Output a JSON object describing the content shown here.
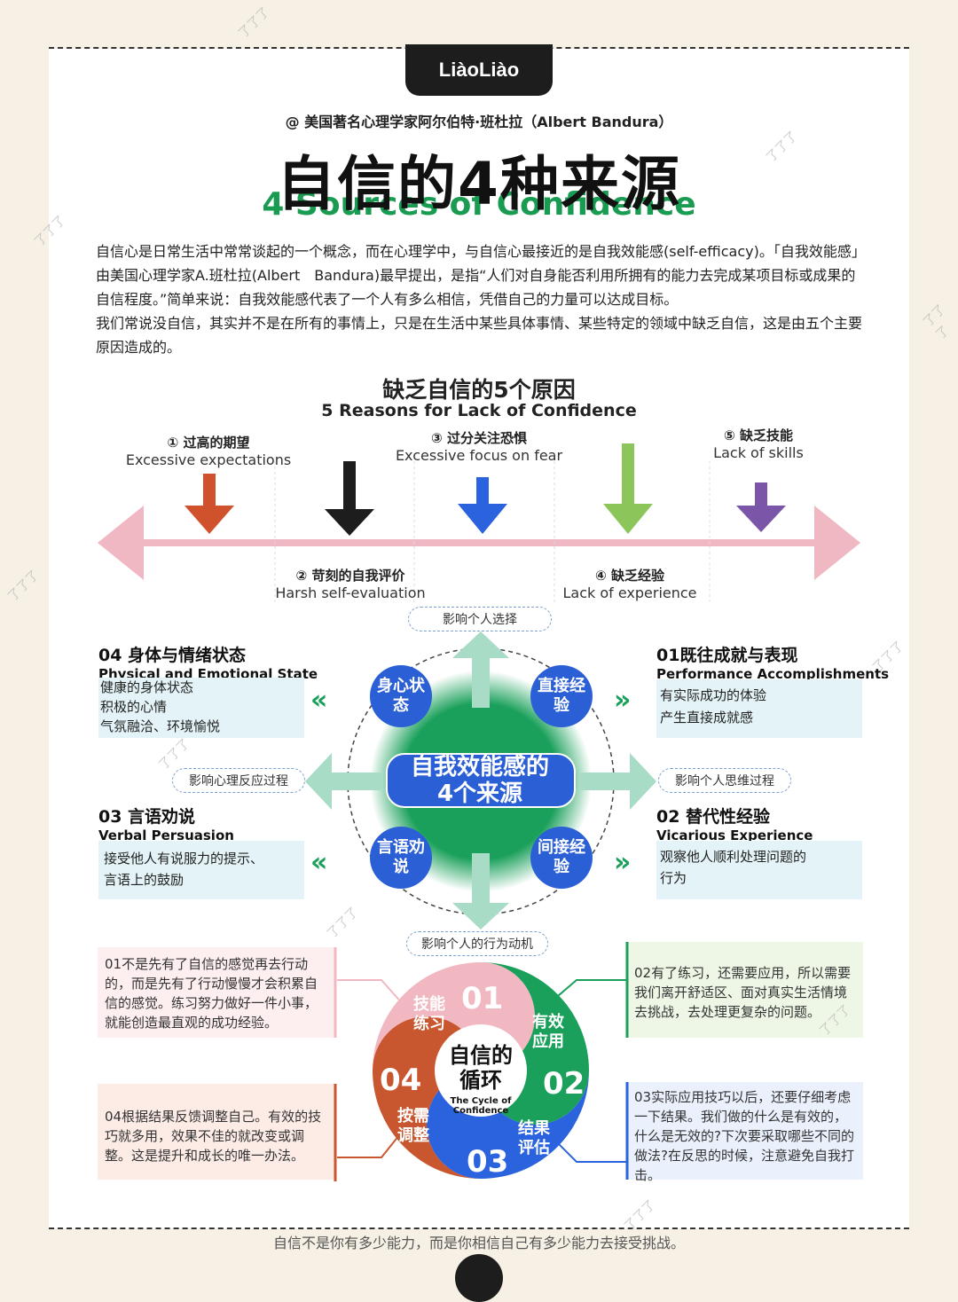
{
  "brand": "LiàoLiào",
  "author": "@ 美国著名心理学家阿尔伯特·班杜拉（Albert Bandura）",
  "title_cn": "自信的4种来源",
  "title_en": "4 Sources of Confidence",
  "intro": [
    "自信心是日常生活中常常谈起的一个概念，而在心理学中，与自信心最接近的是自我效能感(self-efficacy)。「自我效能感」由美国心理学家A.班杜拉(Albert　Bandura)最早提出，是指“人们对自身能否利用所拥有的能力去完成某项目标或成果的自信程度。”简单来说：自我效能感代表了一个人有多么相信，凭借自己的力量可以达成目标。",
    "我们常说没自信，其实并不是在所有的事情上，只是在生活中某些具体事情、某些特定的领域中缺乏自信，这是由五个主要原因造成的。"
  ],
  "reasons": {
    "title_cn": "缺乏自信的5个原因",
    "title_en": "5 Reasons for Lack of Confidence",
    "items": [
      {
        "cn": "① 过高的期望",
        "en": "Excessive expectations",
        "color": "#d0522c"
      },
      {
        "cn": "② 苛刻的自我评价",
        "en": "Harsh self-evaluation",
        "color": "#1d1d1d"
      },
      {
        "cn": "③ 过分关注恐惧",
        "en": "Excessive focus on fear",
        "color": "#2b62de"
      },
      {
        "cn": "④ 缺乏经验",
        "en": "Lack of experience",
        "color": "#8cc65a"
      },
      {
        "cn": "⑤ 缺乏技能",
        "en": "Lack of skills",
        "color": "#7a55a8"
      }
    ],
    "axis_color": "#f0b8c2"
  },
  "sources": {
    "center": "自我效能感的4个来源",
    "center_line1": "自我效能感的",
    "center_line2": "4个来源",
    "influences": {
      "top": "影响个人选择",
      "left": "影响心理反应过程",
      "right": "影响个人思维过程",
      "bottom": "影响个人的行为动机"
    },
    "circles": {
      "tl": "身心状态",
      "tr": "直接经验",
      "bl": "言语劝说",
      "br": "间接经验"
    },
    "s01": {
      "title": "01既往成就与表现",
      "en": "Performance Accomplishments",
      "lines": [
        "有实际成功的体验",
        "产生直接成就感"
      ]
    },
    "s02": {
      "title": "02 替代性经验",
      "en": "Vicarious Experience",
      "lines": [
        "观察他人顺利处理问题的",
        "行为"
      ]
    },
    "s03": {
      "title": "03 言语劝说",
      "en": "Verbal Persuasion",
      "lines": [
        "接受他人有说服力的提示、",
        "言语上的鼓励"
      ]
    },
    "s04": {
      "title": "04 身体与情绪状态",
      "en": "Physical and Emotional State",
      "lines": [
        "健康的身体状态",
        "积极的心情",
        "气氛融洽、环境愉悦"
      ]
    }
  },
  "cycle": {
    "center_cn": "自信的循环",
    "center_en": "The Cycle of Confidence",
    "seg1": {
      "num": "01",
      "label": "技能练习",
      "color": "#f2b8c2"
    },
    "seg2": {
      "num": "02",
      "label": "有效应用",
      "color": "#1aa05a"
    },
    "seg3": {
      "num": "03",
      "label": "结果评估",
      "color": "#2b62de"
    },
    "seg4": {
      "num": "04",
      "label": "按需调整",
      "color": "#c8562e"
    },
    "text1": "01不是先有了自信的感觉再去行动的，而是先有了行动慢慢才会积累自信的感觉。练习努力做好一件小事，就能创造最直观的成功经验。",
    "text2": "02有了练习，还需要应用，所以需要我们离开舒适区、面对真实生活情境去挑战，去处理更复杂的问题。",
    "text3": "03实际应用技巧以后，还要仔细考虑一下结果。我们做的什么是有效的，什么是无效的?下次要采取哪些不同的做法?在反思的时候，注意避免自我打击。",
    "text4": "04根据结果反馈调整自己。有效的技巧就多用，效果不佳的就改变或调整。这是提升和成长的唯一办法。"
  },
  "footer": "自信不是你有多少能力，而是你相信自己有多少能力去接受挑战。",
  "watermark": "了了了"
}
